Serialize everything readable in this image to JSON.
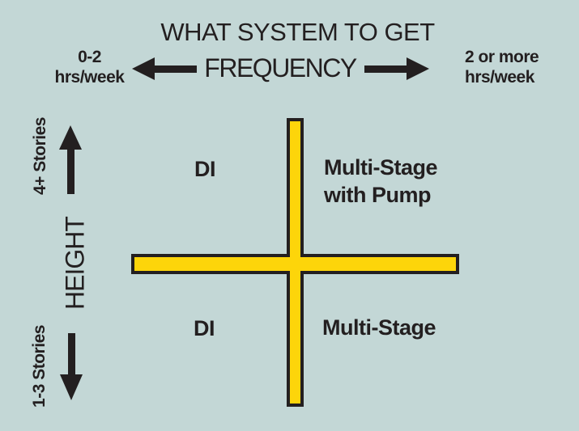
{
  "title": "WHAT SYSTEM TO GET",
  "frequency_axis": {
    "label": "FREQUENCY",
    "left": {
      "line1": "0-2",
      "line2": "hrs/week"
    },
    "right": {
      "line1": "2 or more",
      "line2": "hrs/week"
    }
  },
  "height_axis": {
    "label": "HEIGHT",
    "up": "4+ Stories",
    "down": "1-3 Stories"
  },
  "quadrants": {
    "top_left": "DI",
    "top_right": {
      "line1": "Multi-Stage",
      "line2": "with Pump"
    },
    "bottom_left": "DI",
    "bottom_right": "Multi-Stage"
  },
  "colors": {
    "background": "#c3d7d6",
    "cross_fill": "#fdd50a",
    "cross_outline": "#231f20",
    "text": "#231f20"
  }
}
